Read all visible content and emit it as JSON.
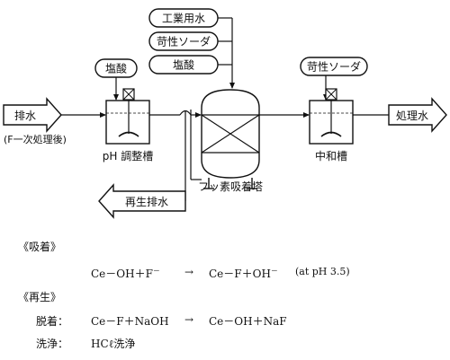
{
  "diagram": {
    "reagents_top": [
      "工業用水",
      "苛性ソーダ",
      "塩酸"
    ],
    "hcl_tank_label": "塩酸",
    "naoh_tank_label": "苛性ソーダ",
    "inlet_label": "排水",
    "inlet_note": "(F一次処理後)",
    "ph_tank_label": "pH 調整槽",
    "tower_label": "フッ素吸着塔",
    "neutral_tank_label": "中和槽",
    "outlet_label": "処理水",
    "regen_label": "再生排水"
  },
  "reactions": {
    "adsorption": {
      "title": "《吸着》",
      "lhs_main": "Ce－OH＋F",
      "lhs_sup": "－",
      "arrow": "→",
      "rhs_main": "Ce－F＋OH",
      "rhs_sup": "－",
      "condition": "(at pH 3.5)"
    },
    "regeneration": {
      "title": "《再生》",
      "desorption_label": "脱着：",
      "desorption_lhs": "Ce－F＋NaOH",
      "desorption_arrow": "→",
      "desorption_rhs": "Ce－OH＋NaF",
      "wash_label": "洗浄：",
      "wash_value": "HCℓ洗浄"
    }
  }
}
